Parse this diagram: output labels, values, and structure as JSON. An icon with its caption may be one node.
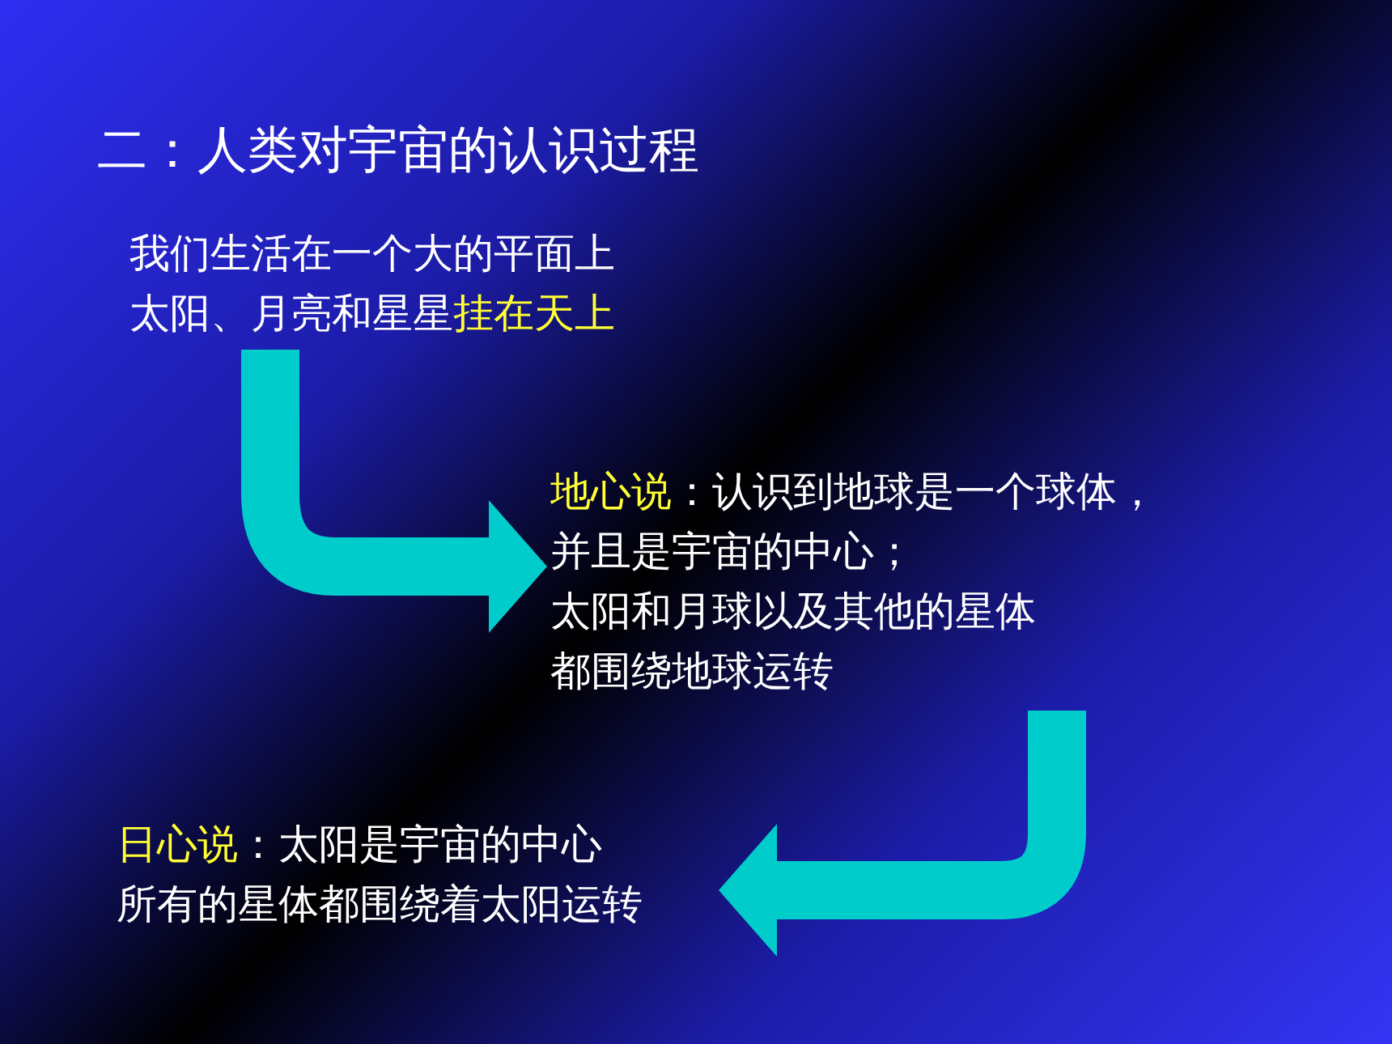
{
  "diagram": {
    "title": "二：人类对宇宙的认识过程",
    "nodes": [
      {
        "text": [
          "我们生活在一个大的平面上太阳、月亮和星星**挂在天上**"
        ]
      },
      {
        "text": [
          "**地心说**：认识到地球是一个球体，并且是宇宙的中心；",
          "太阳和月球以及其他的星体都围绕地球运转"
        ]
      },
      {
        "text": [
          "**日心说**：太阳是宇宙的中心",
          "所有的星体都围绕着太阳运转"
        ]
      }
    ],
    "edges": [
      {
        "from": 0,
        "to": 1,
        "arrow": "to"
      },
      {
        "from": 1,
        "to": 2,
        "arrow": "to"
      }
    ]
  }
}
